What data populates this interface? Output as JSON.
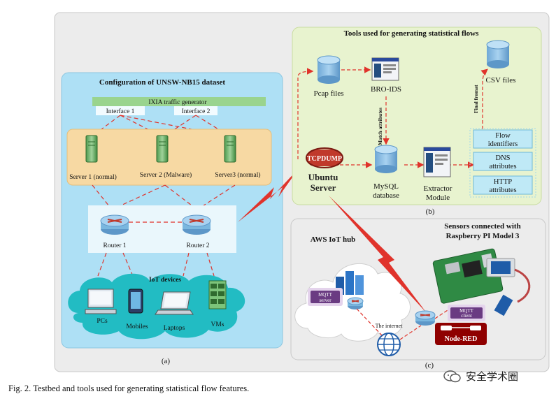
{
  "panel_a": {
    "title": "Configuration of UNSW-NB15 dataset",
    "ixia": "IXIA traffic generator",
    "interface1": "Interface 1",
    "interface2": "Interface 2",
    "servers": [
      "Server 1 (normal)",
      "Server 2 (Malware)",
      "Server3 (normal)"
    ],
    "routers": [
      "Router 1",
      "Router 2"
    ],
    "iot_title": "IoT devices",
    "devices": [
      "PCs",
      "Mobiles",
      "Laptops",
      "VMs"
    ],
    "label": "(a)"
  },
  "panel_b": {
    "title": "Tools used for generating statistical  flows",
    "pcap": "Pcap files",
    "bro": "BRO-IDS",
    "match_attr": "Match attributes",
    "mysql": [
      "MySQL",
      "database"
    ],
    "extractor": [
      "Extractor",
      "Module"
    ],
    "csv": "CSV files",
    "final_format": "Final fromat",
    "features": [
      [
        "Flow",
        "identifiers"
      ],
      [
        "DNS",
        "attributes"
      ],
      [
        "HTTP",
        "attributes"
      ]
    ],
    "tcpdump": "TCPDUMP",
    "ubuntu": "Ubuntu",
    "server": "Server",
    "label": "(b)"
  },
  "panel_c": {
    "aws": "AWS IoT hub",
    "sensors": [
      "Sensors connected with",
      "Raspberry PI Model 3"
    ],
    "mqtt_server": [
      "MQTT",
      "server"
    ],
    "mqtt_client": [
      "MQTT",
      "client"
    ],
    "internet": "The internet",
    "nodered": "Node-RED",
    "label": "(c)"
  },
  "caption": "Fig. 2.   Testbed and tools used for generating statistical flow features.",
  "watermark": "安全学术圈",
  "colors": {
    "outer_bg": "#ececec",
    "panel_a_bg": "#aee0f5",
    "panel_b_bg": "#e8f3cf",
    "panel_c_bg": "#ececec",
    "servers_bg": "#f7d9a3",
    "ixia_bar": "#9ad48e",
    "feature_box": "#bfe9f6",
    "red_dash": "#e0332b",
    "router_blue": "#7ab7df"
  }
}
